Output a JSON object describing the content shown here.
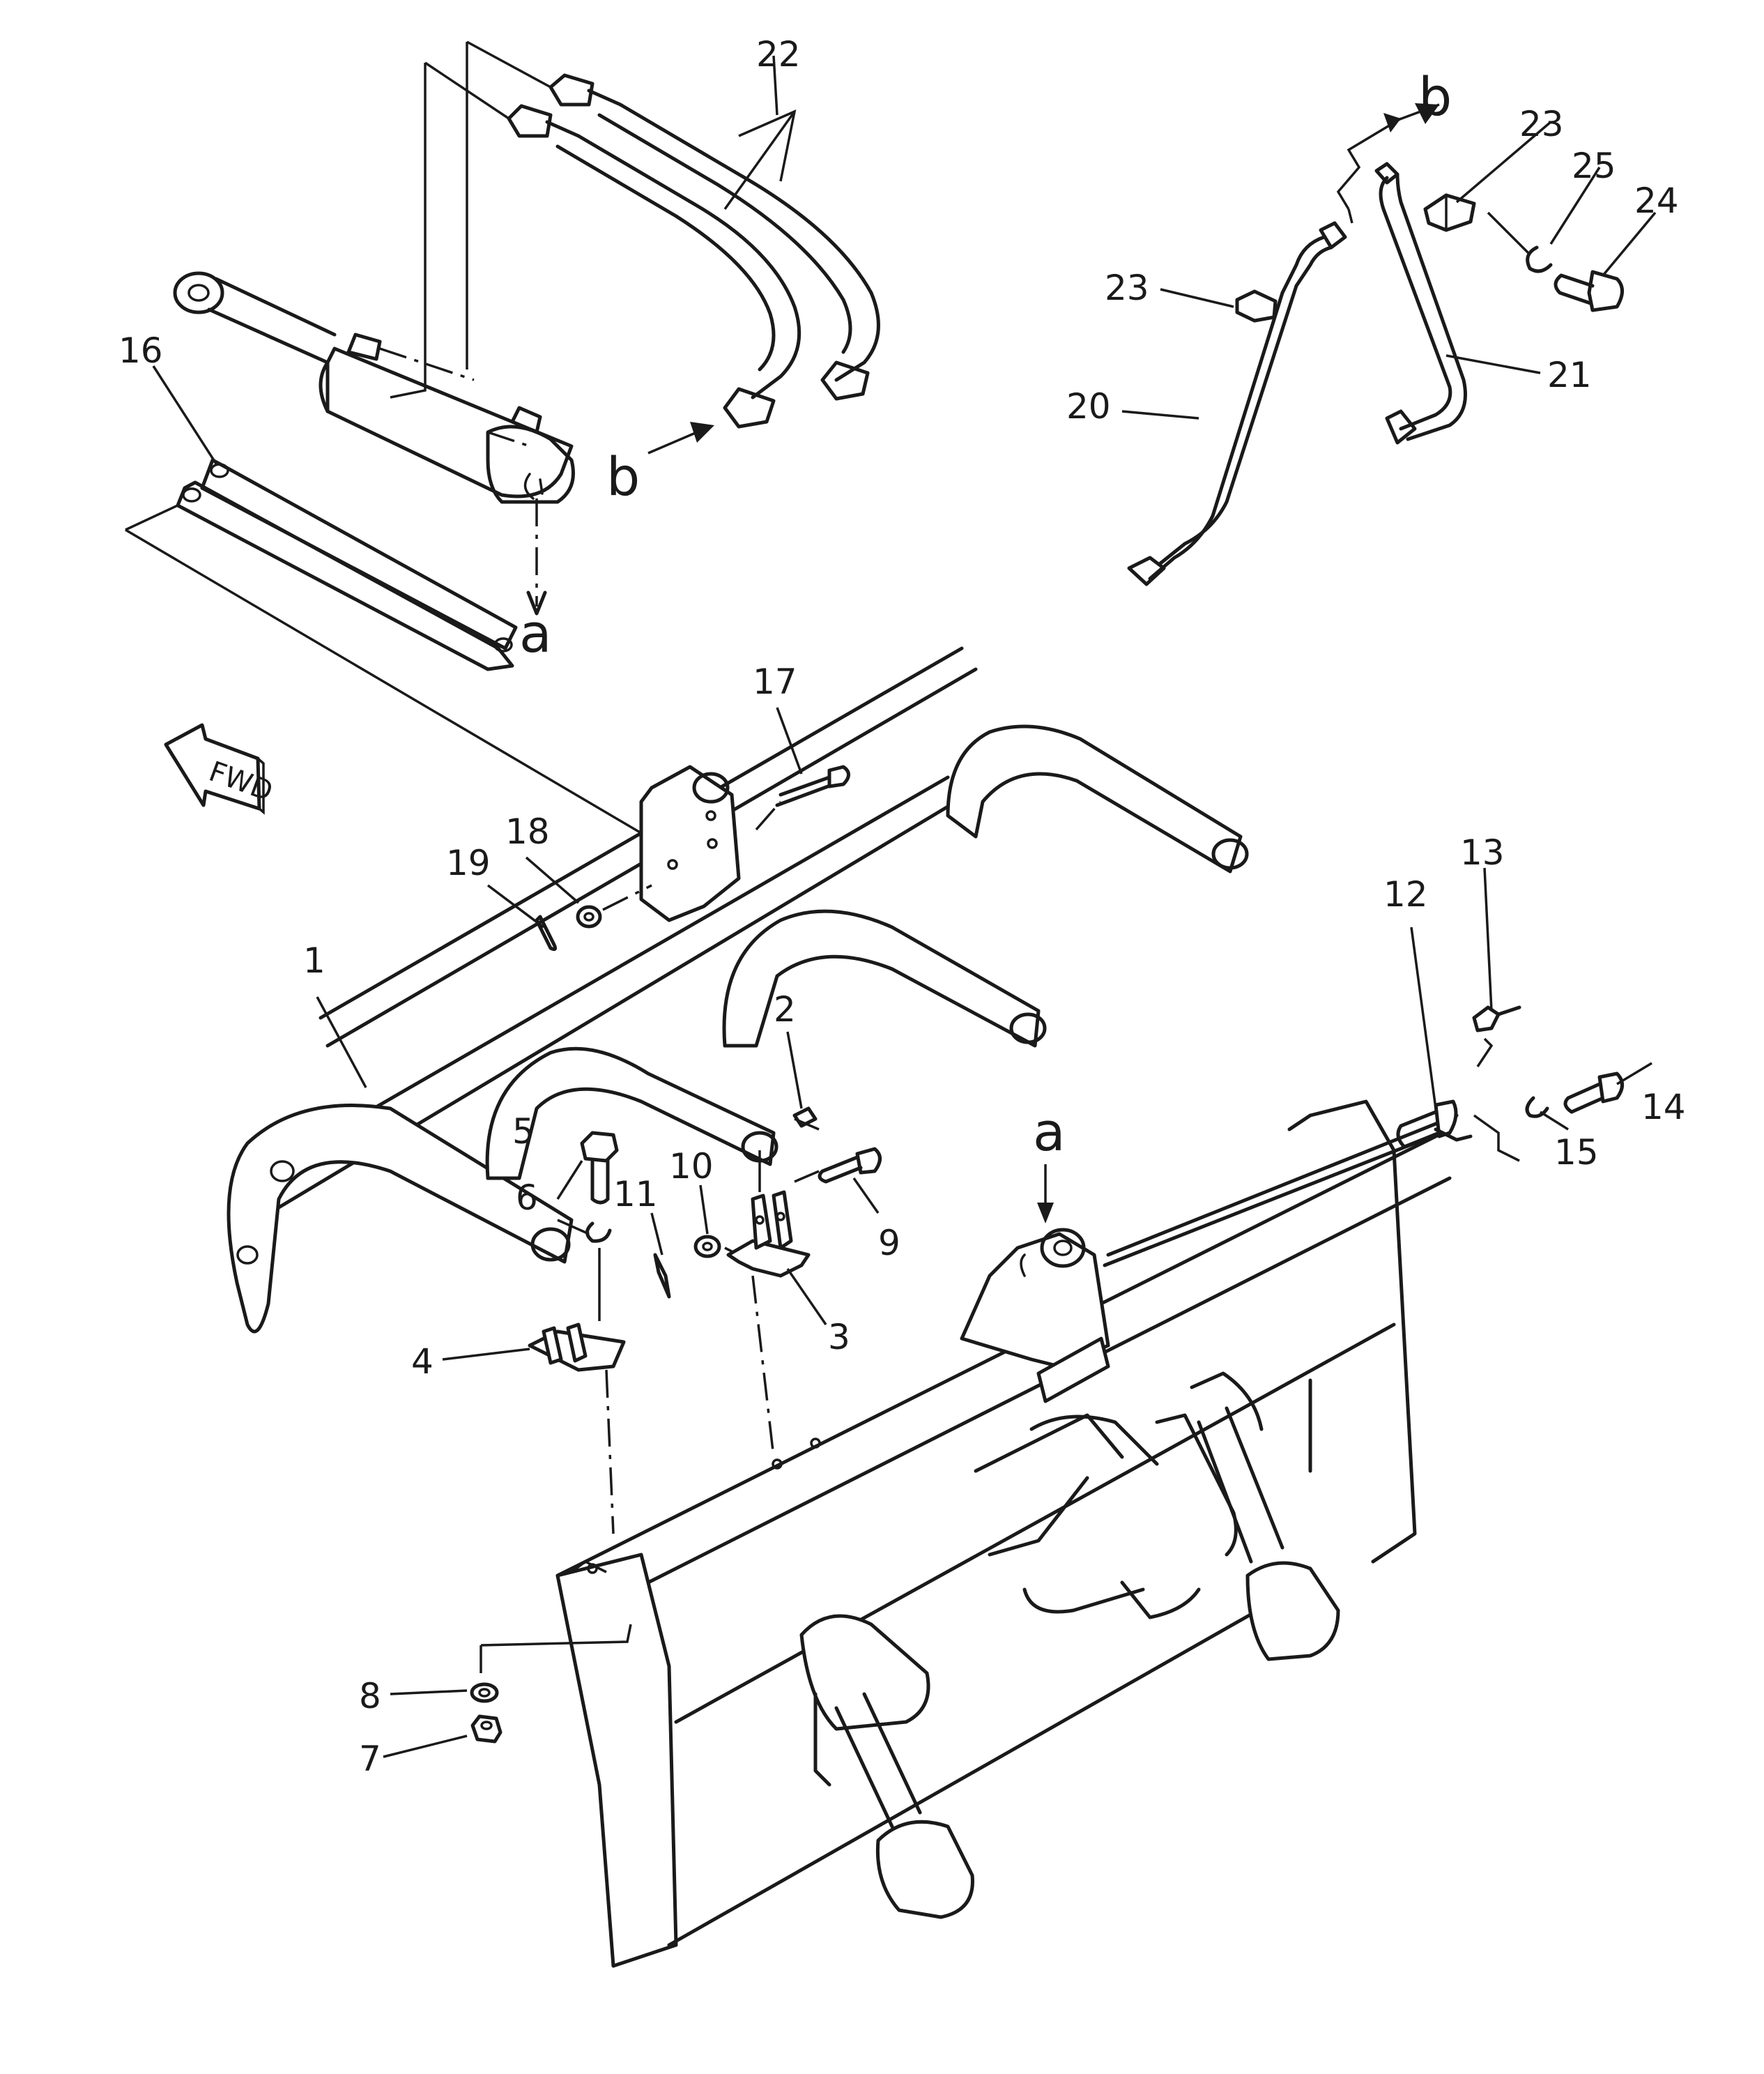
{
  "callouts": {
    "p1": "1",
    "p2": "2",
    "p3": "3",
    "p4": "4",
    "p5": "5",
    "p6": "6",
    "p7": "7",
    "p8": "8",
    "p9": "9",
    "p10": "10",
    "p11": "11",
    "p12": "12",
    "p13": "13",
    "p14": "14",
    "p15": "15",
    "p16": "16",
    "p17": "17",
    "p18": "18",
    "p19": "19",
    "p20": "20",
    "p21": "21",
    "p22": "22",
    "p23a": "23",
    "p23b": "23",
    "p24": "24",
    "p25": "25"
  },
  "references": {
    "a_cylinder": "a",
    "a_frame": "a",
    "b_hose": "b",
    "b_tube": "b"
  },
  "direction_marker": "FWD"
}
